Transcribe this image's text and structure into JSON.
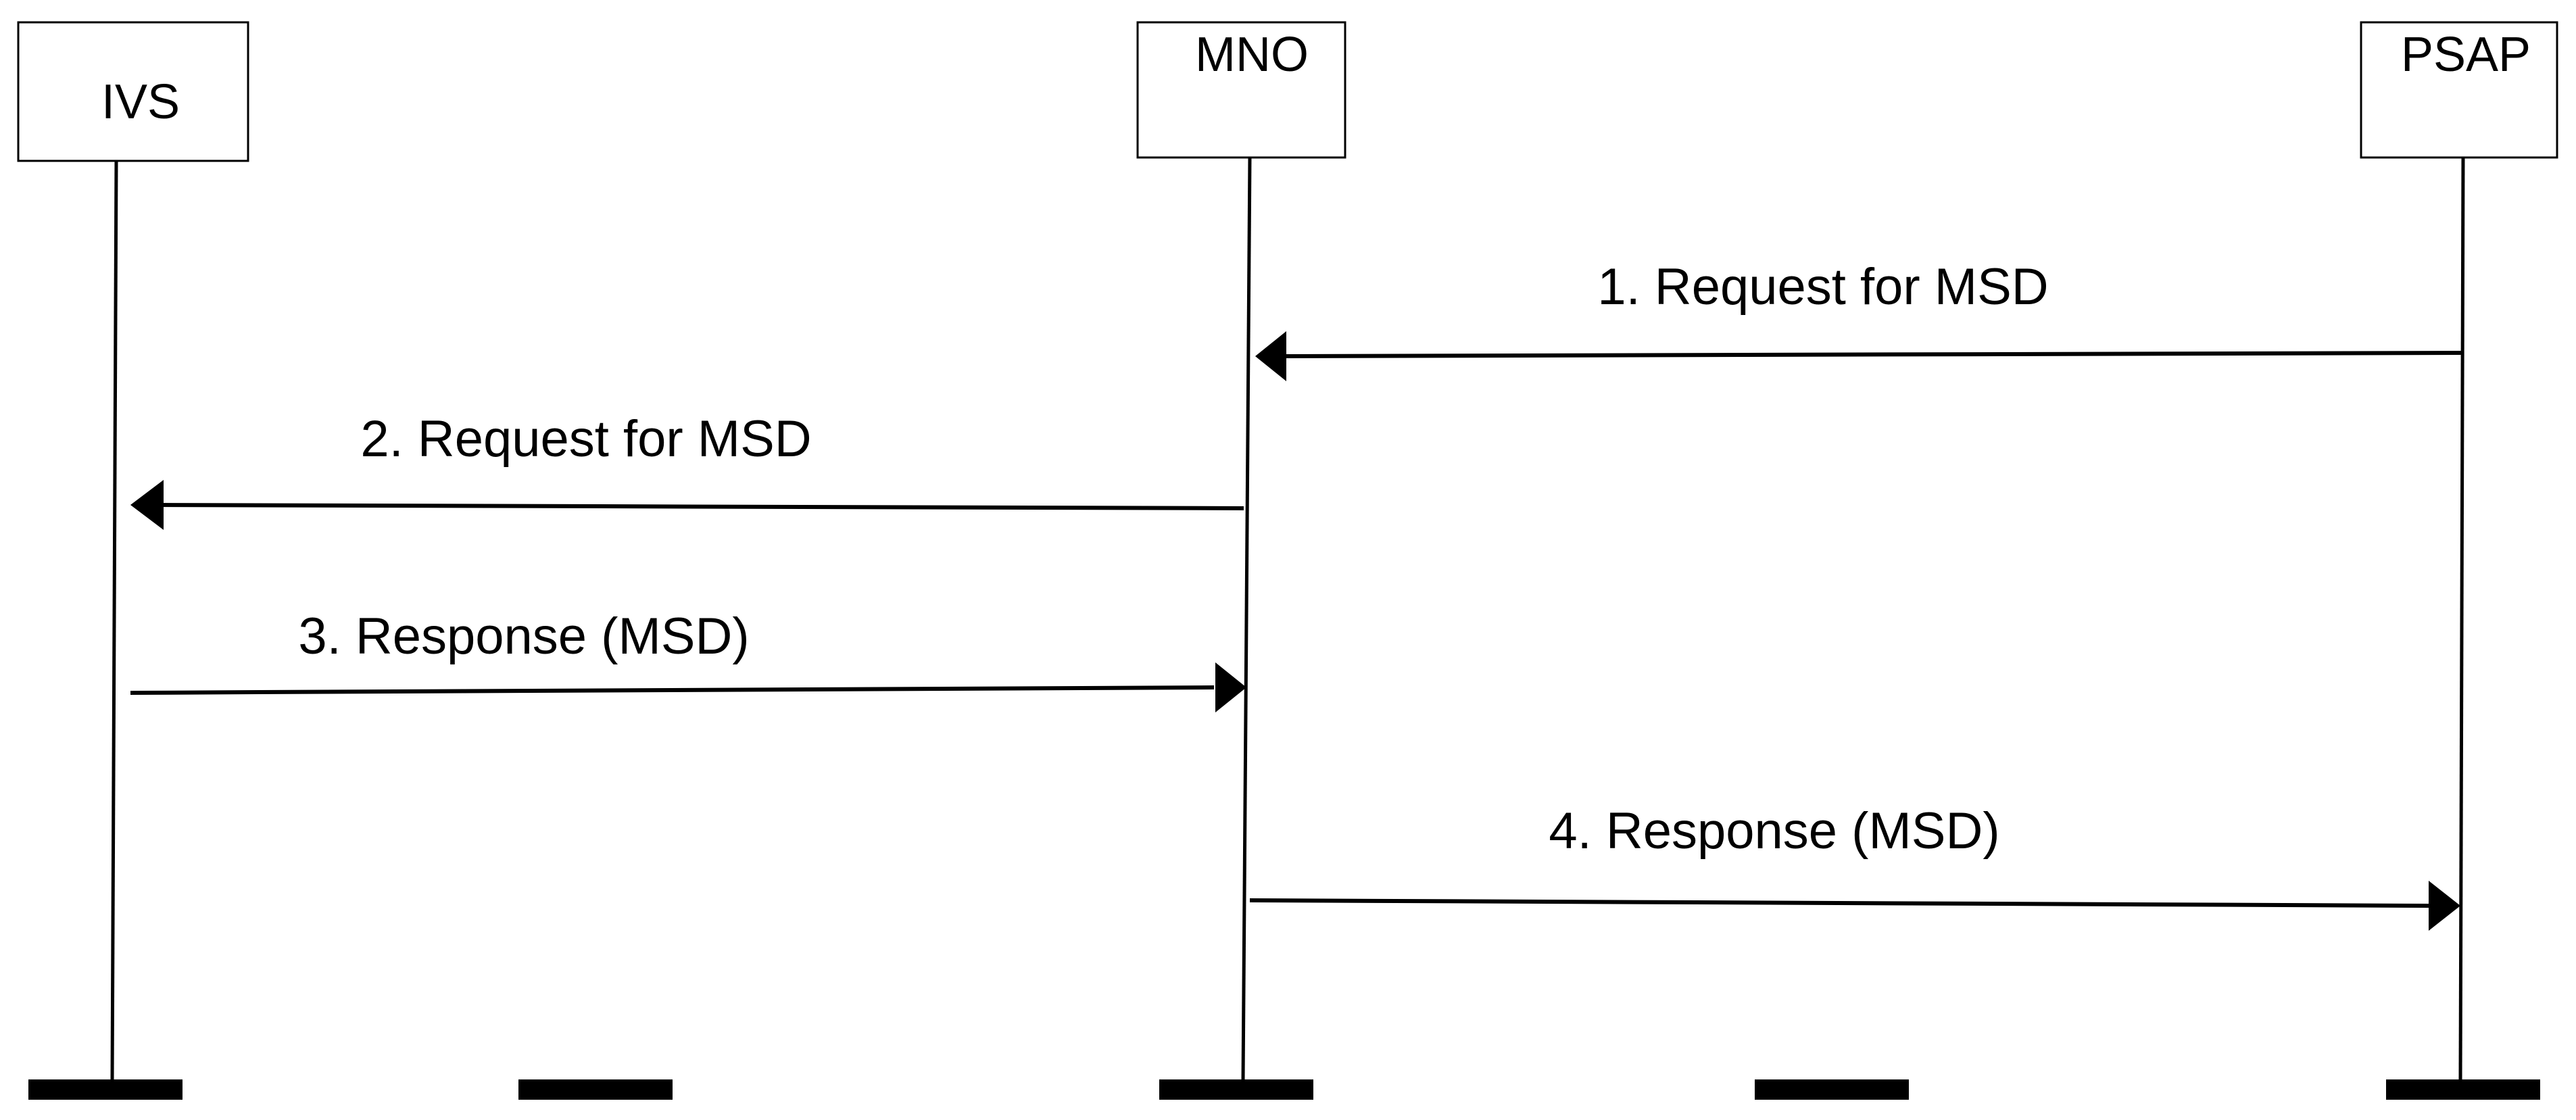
{
  "diagram": {
    "type": "sequence-diagram",
    "participants": [
      {
        "id": "ivs",
        "label": "IVS"
      },
      {
        "id": "mno",
        "label": "MNO"
      },
      {
        "id": "psap",
        "label": "PSAP"
      }
    ],
    "messages": [
      {
        "step": 1,
        "from": "psap",
        "to": "mno",
        "label": "1. Request for MSD"
      },
      {
        "step": 2,
        "from": "mno",
        "to": "ivs",
        "label": "2. Request for MSD"
      },
      {
        "step": 3,
        "from": "ivs",
        "to": "mno",
        "label": "3. Response (MSD)"
      },
      {
        "step": 4,
        "from": "mno",
        "to": "psap",
        "label": "4. Response (MSD)"
      }
    ],
    "colors": {
      "line": "#000000",
      "background": "#ffffff"
    }
  }
}
